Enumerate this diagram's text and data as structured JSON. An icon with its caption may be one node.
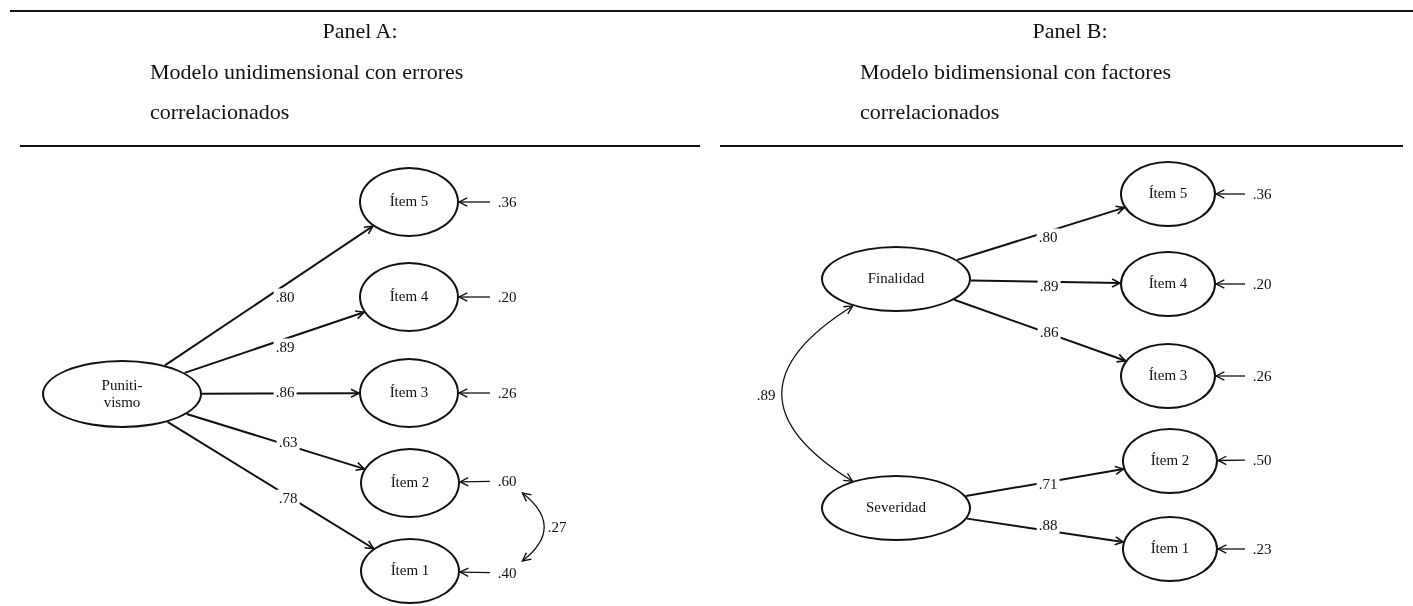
{
  "diagram": {
    "nodes": [
      {
        "text": [
          "Puniti- vismo"
        ]
      },
      {
        "text": [
          "Ítem 5"
        ]
      },
      {
        "text": [
          "Ítem 4"
        ]
      },
      {
        "text": [
          "Ítem 3"
        ]
      },
      {
        "text": [
          "Ítem 2"
        ]
      },
      {
        "text": [
          "Ítem 1"
        ]
      },
      {
        "text": [
          ".36"
        ]
      },
      {
        "text": [
          ".20"
        ]
      },
      {
        "text": [
          ".26"
        ]
      },
      {
        "text": [
          ".60"
        ]
      },
      {
        "text": [
          ".40"
        ]
      },
      {
        "text": [
          "Finalidad"
        ]
      },
      {
        "text": [
          "Severidad"
        ]
      },
      {
        "text": [
          "Ítem 5"
        ]
      },
      {
        "text": [
          "Ítem 4"
        ]
      },
      {
        "text": [
          "Ítem 3"
        ]
      },
      {
        "text": [
          "Ítem 2"
        ]
      },
      {
        "text": [
          "Ítem 1"
        ]
      },
      {
        "text": [
          ".36"
        ]
      },
      {
        "text": [
          ".20"
        ]
      },
      {
        "text": [
          ".26"
        ]
      },
      {
        "text": [
          ".50"
        ]
      },
      {
        "text": [
          ".23"
        ]
      }
    ],
    "edges": [
      {
        "from": 0,
        "to": 1,
        "arrow": "to",
        "label": ".80"
      },
      {
        "from": 0,
        "to": 2,
        "arrow": "to",
        "label": ".89"
      },
      {
        "from": 0,
        "to": 3,
        "arrow": "to",
        "label": ".86"
      },
      {
        "from": 0,
        "to": 4,
        "arrow": "to",
        "label": ".63"
      },
      {
        "from": 0,
        "to": 5,
        "arrow": "to",
        "label": ".78"
      },
      {
        "from": 6,
        "to": 1,
        "arrow": "to"
      },
      {
        "from": 7,
        "to": 2,
        "arrow": "to"
      },
      {
        "from": 8,
        "to": 3,
        "arrow": "to"
      },
      {
        "from": 9,
        "to": 4,
        "arrow": "to"
      },
      {
        "from": 10,
        "to": 5,
        "arrow": "to"
      },
      {
        "from": 9,
        "to": 10,
        "arrow": "both",
        "label": ".27"
      },
      {
        "from": 11,
        "to": 12,
        "arrow": "both",
        "label": ".89"
      },
      {
        "from": 11,
        "to": 13,
        "arrow": "to",
        "label": ".80"
      },
      {
        "from": 11,
        "to": 14,
        "arrow": "to",
        "label": ".89"
      },
      {
        "from": 11,
        "to": 15,
        "arrow": "to",
        "label": ".86"
      },
      {
        "from": 12,
        "to": 16,
        "arrow": "to",
        "label": ".71"
      },
      {
        "from": 12,
        "to": 17,
        "arrow": "to",
        "label": ".88"
      },
      {
        "from": 18,
        "to": 13,
        "arrow": "to"
      },
      {
        "from": 19,
        "to": 14,
        "arrow": "to"
      },
      {
        "from": 20,
        "to": 15,
        "arrow": "to"
      },
      {
        "from": 21,
        "to": 16,
        "arrow": "to"
      },
      {
        "from": 22,
        "to": 17,
        "arrow": "to"
      }
    ],
    "labels": [
      "Panel A:",
      "Modelo unidimensional con errores correlacionados",
      "Panel B:",
      "Modelo bidimensional con factores correlacionados"
    ]
  }
}
